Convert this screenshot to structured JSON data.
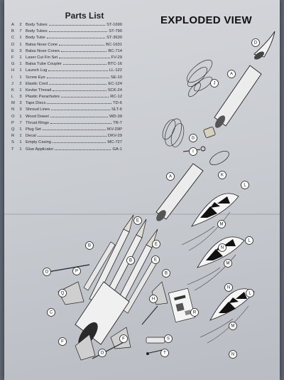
{
  "parts_list": {
    "title": "Parts List",
    "items": [
      {
        "letter": "A",
        "qty": "2",
        "name": "Body Tubes",
        "number": "ST-1690"
      },
      {
        "letter": "B",
        "qty": "7",
        "name": "Body Tubes",
        "number": "ST-790"
      },
      {
        "letter": "C",
        "qty": "1",
        "name": "Body Tube",
        "number": "ST-3630"
      },
      {
        "letter": "D",
        "qty": "1",
        "name": "Balsa Nose Cone",
        "number": "BC-1631"
      },
      {
        "letter": "E",
        "qty": "3",
        "name": "Balsa Nose Cones",
        "number": "BC-714"
      },
      {
        "letter": "F",
        "qty": "1",
        "name": "Laser Cut Fin Set",
        "number": "FV-29"
      },
      {
        "letter": "G",
        "qty": "1",
        "name": "Balsa Tube Coupler",
        "number": "BTC-16"
      },
      {
        "letter": "H",
        "qty": "1",
        "name": "Launch Lug",
        "number": "LL-122"
      },
      {
        "letter": "I",
        "qty": "1",
        "name": "Screw Eye",
        "number": "SE-10"
      },
      {
        "letter": "J",
        "qty": "2",
        "name": "Elastic Cord",
        "number": "EC-124"
      },
      {
        "letter": "K",
        "qty": "1",
        "name": "Kevlar Thread",
        "number": "SCK-24"
      },
      {
        "letter": "L",
        "qty": "3",
        "name": "Plastic Parachutes",
        "number": "RC-12"
      },
      {
        "letter": "M",
        "qty": "3",
        "name": "Tape Discs",
        "number": "TD-6"
      },
      {
        "letter": "N",
        "qty": "3",
        "name": "Shroud Lines",
        "number": "SLT-6"
      },
      {
        "letter": "O",
        "qty": "1",
        "name": "Wood Dowel",
        "number": "WD-39"
      },
      {
        "letter": "P",
        "qty": "7",
        "name": "Thrust Rings",
        "number": "TR-7"
      },
      {
        "letter": "Q",
        "qty": "1",
        "name": "Plug Set",
        "number": "IKV-29P"
      },
      {
        "letter": "R",
        "qty": "1",
        "name": "Decal",
        "number": "DKV-29"
      },
      {
        "letter": "S",
        "qty": "1",
        "name": "Empty Casing",
        "number": "MC-727"
      },
      {
        "letter": "T",
        "qty": "1",
        "name": "Glue Applicator",
        "number": "GA-1"
      }
    ]
  },
  "exploded_view": {
    "title": "EXPLODED VIEW",
    "callouts": [
      "D",
      "A",
      "J",
      "G",
      "I",
      "K",
      "A",
      "L",
      "M",
      "N",
      "L",
      "M",
      "N",
      "L",
      "M",
      "N",
      "E",
      "B",
      "E",
      "E",
      "B",
      "O",
      "P",
      "Q",
      "C",
      "B",
      "H",
      "R",
      "S",
      "F",
      "F",
      "O",
      "T"
    ]
  }
}
